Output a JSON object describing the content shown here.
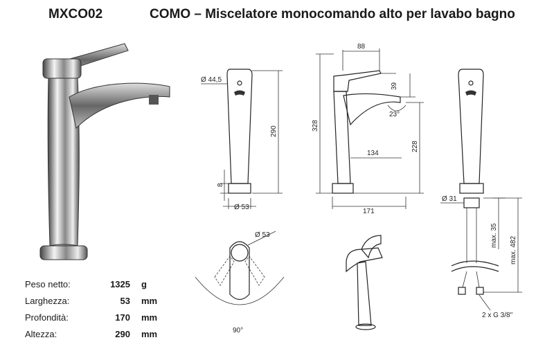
{
  "product": {
    "code": "MXCO02",
    "title": "COMO – Miscelatore monocomando alto per lavabo bagno"
  },
  "specs": [
    {
      "label": "Peso netto:",
      "value": "1325",
      "unit": "g"
    },
    {
      "label": "Larghezza:",
      "value": "53",
      "unit": "mm"
    },
    {
      "label": "Profondità:",
      "value": "170",
      "unit": "mm"
    },
    {
      "label": "Altezza:",
      "value": "290",
      "unit": "mm"
    }
  ],
  "dimensions": {
    "front": {
      "top_diameter": "Ø 44,5",
      "height": "290",
      "base_height": "8",
      "base_diameter": "Ø 53"
    },
    "side": {
      "lever_width": "88",
      "lever_height": "39",
      "angle": "23°",
      "total_height": "328",
      "spout_height": "228",
      "spout_reach": "134",
      "depth": "171"
    },
    "back": {
      "hole_diameter": "Ø 31",
      "max_thickness": "max. 35",
      "max_length": "max. 482",
      "connections": "2 x G 3/8\""
    },
    "top": {
      "diameter": "Ø 53",
      "rotation": "90°"
    }
  },
  "colors": {
    "chrome_dark": "#3a3a3a",
    "chrome_light": "#e8e8e8",
    "line": "#222222"
  }
}
